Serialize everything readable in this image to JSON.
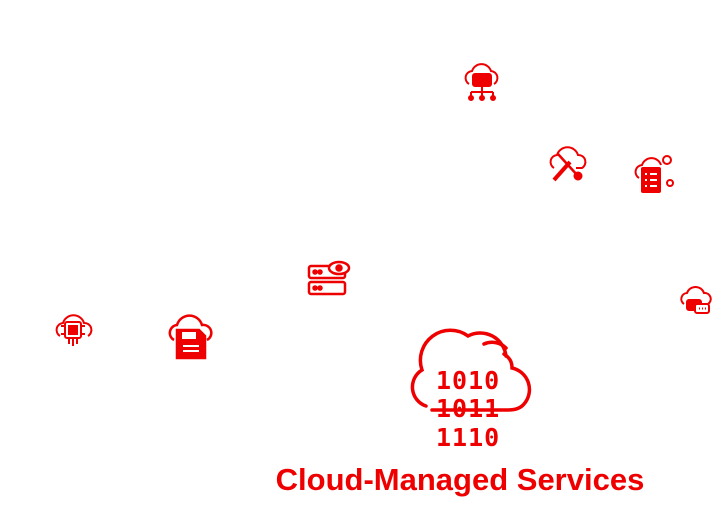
{
  "colors": {
    "accent": "#ee0000",
    "background": "#ffffff"
  },
  "title": "Cloud-Managed Services",
  "binary_rows": [
    "1010",
    "1011",
    "1110"
  ],
  "icons": [
    "cloud-network-icon",
    "cloud-tools-icon",
    "cloud-server-settings-icon",
    "server-eye-icon",
    "cloud-chat-icon",
    "cloud-chip-icon",
    "cloud-floppy-icon",
    "cloud-binary-icon"
  ]
}
